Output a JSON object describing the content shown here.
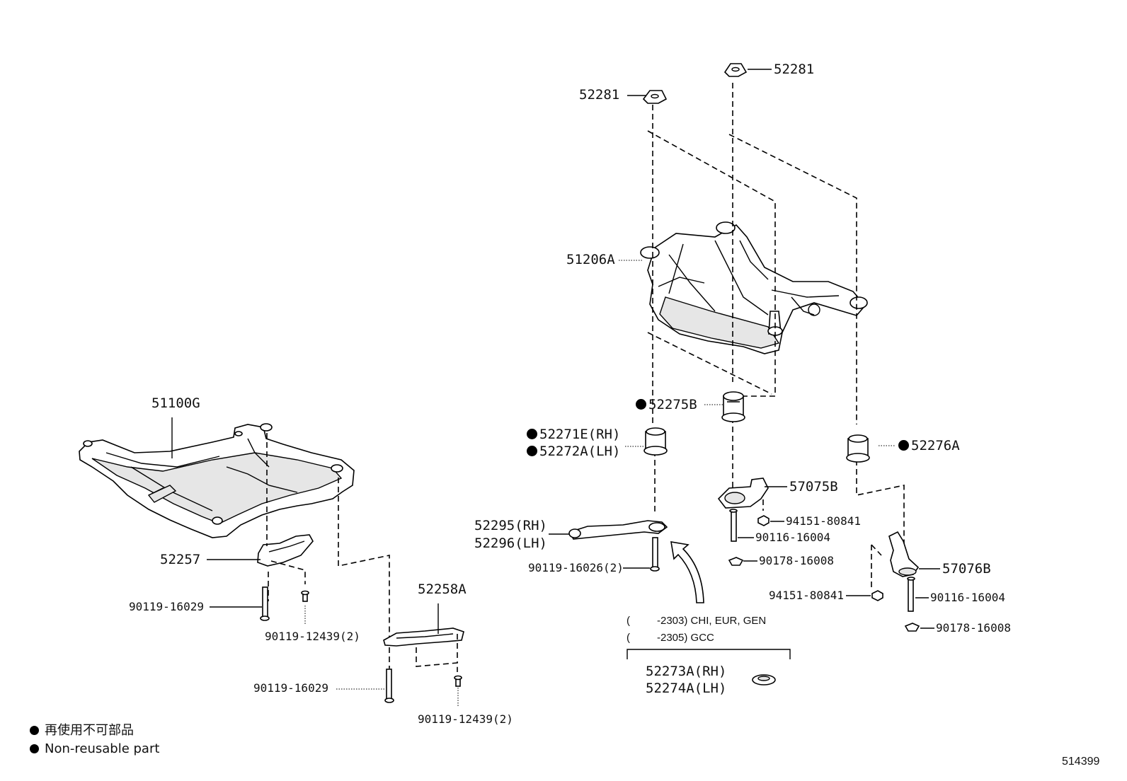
{
  "labels": {
    "p52281_a": "52281",
    "p52281_b": "52281",
    "p51206A": "51206A",
    "p52275B": "52275B",
    "p52271E": "52271E(RH)",
    "p52272A": "52272A(LH)",
    "p52276A": "52276A",
    "p57075B": "57075B",
    "p94151_a": "94151-80841",
    "p90116_a": "90116-16004",
    "p90178_a": "90178-16008",
    "p52295": "52295(RH)",
    "p52296": "52296(LH)",
    "p90119_16026": "90119-16026(2)",
    "p57076B": "57076B",
    "p94151_b": "94151-80841",
    "p90116_b": "90116-16004",
    "p90178_b": "90178-16008",
    "p51100G": "51100G",
    "p52257": "52257",
    "p90119_16029_a": "90119-16029",
    "p90119_12439_a": "90119-12439(2)",
    "p52258A": "52258A",
    "p90119_16029_b": "90119-16029",
    "p90119_12439_b": "90119-12439(2)",
    "p52273A": "52273A(RH)",
    "p52274A": "52274A(LH)"
  },
  "notes": {
    "line1_open": "(",
    "line1_text": "-2303) CHI, EUR, GEN",
    "line2_open": "(",
    "line2_text": "-2305) GCC"
  },
  "legend": {
    "jp": "再使用不可部品",
    "en": "Non-reusable part"
  },
  "ref_number": "514399"
}
